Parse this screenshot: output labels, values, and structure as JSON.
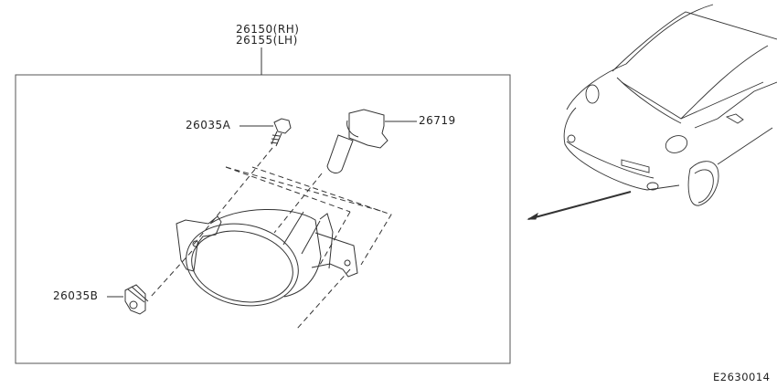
{
  "diagram": {
    "type": "exploded-parts-diagram",
    "assembly": {
      "callout_rh": "26150(RH)",
      "callout_lh": "26155(LH)"
    },
    "parts": [
      {
        "id": "26035A",
        "label": "26035A",
        "description": "screw"
      },
      {
        "id": "26719",
        "label": "26719",
        "description": "bulb"
      },
      {
        "id": "26035B",
        "label": "26035B",
        "description": "clip / nut"
      }
    ],
    "figure_code": "E2630014",
    "colors": {
      "line": "#333333",
      "box": "#555555",
      "background": "#ffffff"
    }
  }
}
